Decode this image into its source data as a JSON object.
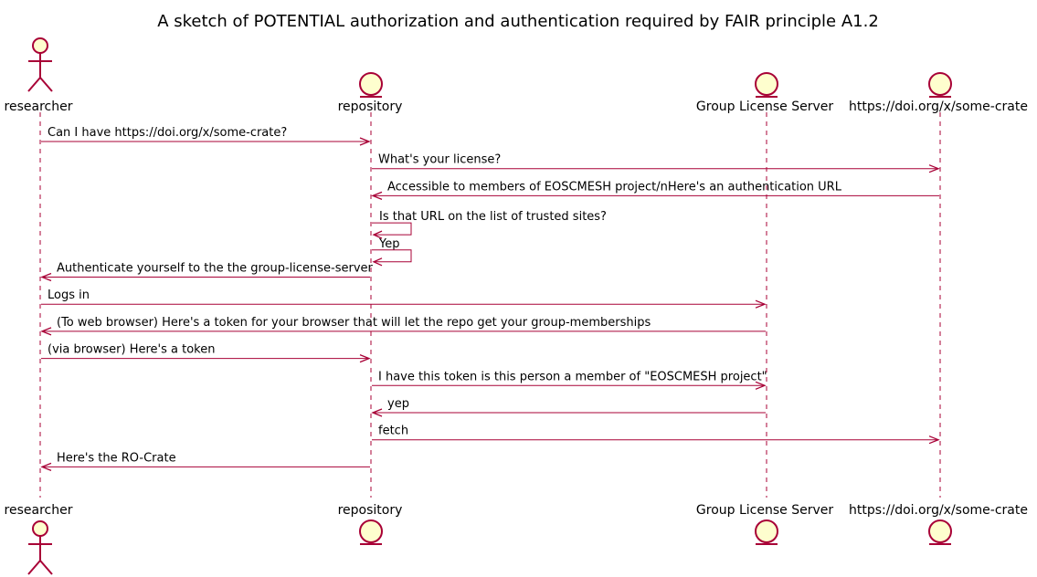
{
  "title": "A sketch of POTENTIAL authorization and authentication required by FAIR principle A1.2",
  "colors": {
    "line": "#A80036",
    "fill": "#FEFECE",
    "text": "#000000"
  },
  "participants": [
    {
      "id": "researcher",
      "label": "researcher",
      "kind": "actor"
    },
    {
      "id": "repository",
      "label": "repository",
      "kind": "entity"
    },
    {
      "id": "gls",
      "label": "Group License Server",
      "kind": "entity"
    },
    {
      "id": "doi",
      "label": "https://doi.org/x/some-crate",
      "kind": "entity"
    }
  ],
  "messages": [
    {
      "from": "researcher",
      "to": "repository",
      "text": "Can I have https://doi.org/x/some-crate?"
    },
    {
      "from": "repository",
      "to": "doi",
      "text": "What's your license?"
    },
    {
      "from": "doi",
      "to": "repository",
      "text": "Accessible to members of EOSCMESH project/nHere's an authentication URL"
    },
    {
      "from": "repository",
      "to": "repository",
      "text": "Is that URL on the list of trusted sites?"
    },
    {
      "from": "repository",
      "to": "repository",
      "text": "Yep"
    },
    {
      "from": "repository",
      "to": "researcher",
      "text": "Authenticate yourself to the the group-license-server"
    },
    {
      "from": "researcher",
      "to": "gls",
      "text": "Logs in"
    },
    {
      "from": "gls",
      "to": "researcher",
      "text": "(To web browser) Here's a token for your browser that will let the repo get your group-memberships"
    },
    {
      "from": "researcher",
      "to": "repository",
      "text": "(via browser) Here's a token"
    },
    {
      "from": "repository",
      "to": "gls",
      "text": "I have this token is this person a member of \"EOSCMESH project\""
    },
    {
      "from": "gls",
      "to": "repository",
      "text": "yep"
    },
    {
      "from": "repository",
      "to": "doi",
      "text": "fetch"
    },
    {
      "from": "repository",
      "to": "researcher",
      "text": "Here's the RO-Crate"
    }
  ]
}
